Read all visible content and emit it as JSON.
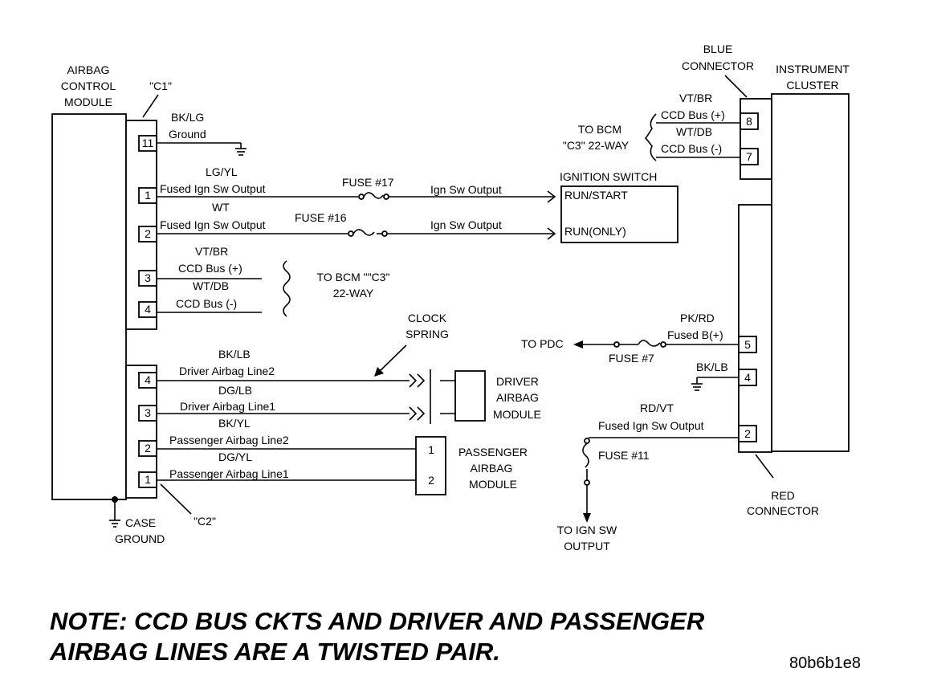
{
  "acm": {
    "title": [
      "AIRBAG",
      "CONTROL",
      "MODULE"
    ],
    "c1_label": "\"C1\"",
    "c2_label": "\"C2\"",
    "case_ground": [
      "CASE",
      "GROUND"
    ]
  },
  "c1_pins": {
    "p11": "11",
    "p1": "1",
    "p2": "2",
    "p3": "3",
    "p4": "4"
  },
  "c2_pins": {
    "p4": "4",
    "p3": "3",
    "p2": "2",
    "p1": "1"
  },
  "wires": {
    "ground_color": "BK/LG",
    "ground_name": "Ground",
    "w1_color": "LG/YL",
    "w1_name": "Fused Ign Sw Output",
    "w2_color": "WT",
    "w2_name": "Fused Ign Sw Output",
    "w3_color": "VT/BR",
    "w3_name": "CCD Bus (+)",
    "w4_color": "WT/DB",
    "w4_name": "CCD Bus (-)",
    "d2_color": "BK/LB",
    "d2_name": "Driver Airbag Line2",
    "d1_color": "DG/LB",
    "d1_name": "Driver Airbag Line1",
    "p2_color": "BK/YL",
    "p2_name": "Passenger Airbag Line2",
    "p1_color": "DG/YL",
    "p1_name": "Passenger Airbag Line1"
  },
  "fuses": {
    "f17": "FUSE #17",
    "f16": "FUSE #16",
    "f7": "FUSE #7",
    "f11": "FUSE #11"
  },
  "ign_sw_output_1": "Ign Sw Output",
  "ign_sw_output_2": "Ign Sw Output",
  "ignition_switch": {
    "title": "IGNITION SWITCH",
    "run_start": "RUN/START",
    "run_only": "RUN(ONLY)"
  },
  "to_bcm_left": [
    "TO BCM \"\"C3\"",
    "22-WAY"
  ],
  "to_bcm_right": [
    "TO BCM",
    "\"C3\" 22-WAY"
  ],
  "clock_spring": [
    "CLOCK",
    "SPRING"
  ],
  "driver_airbag": [
    "DRIVER",
    "AIRBAG",
    "MODULE"
  ],
  "passenger_airbag": {
    "label": [
      "PASSENGER",
      "AIRBAG",
      "MODULE"
    ],
    "pin1": "1",
    "pin2": "2"
  },
  "blue_connector": [
    "BLUE",
    "CONNECTOR"
  ],
  "instrument_cluster": [
    "INSTRUMENT",
    "CLUSTER"
  ],
  "ic_blue_pins": {
    "p8": "8",
    "p7": "7",
    "w8_color": "VT/BR",
    "w8_name": "CCD Bus (+)",
    "w7_color": "WT/DB",
    "w7_name": "CCD Bus (-)"
  },
  "ic_red_pins": {
    "p5": "5",
    "p4": "4",
    "p2": "2",
    "w5_color": "PK/RD",
    "w5_name": "Fused B(+)",
    "w4_color": "BK/LB",
    "w2_color": "RD/VT",
    "w2_name": "Fused Ign Sw Output"
  },
  "to_pdc": "TO PDC",
  "to_ign_sw": [
    "TO IGN SW",
    "OUTPUT"
  ],
  "red_connector": [
    "RED",
    "CONNECTOR"
  ],
  "note": [
    "NOTE:  CCD BUS CKTS AND DRIVER AND PASSENGER",
    "AIRBAG LINES ARE A TWISTED PAIR."
  ],
  "figure_code": "80b6b1e8"
}
